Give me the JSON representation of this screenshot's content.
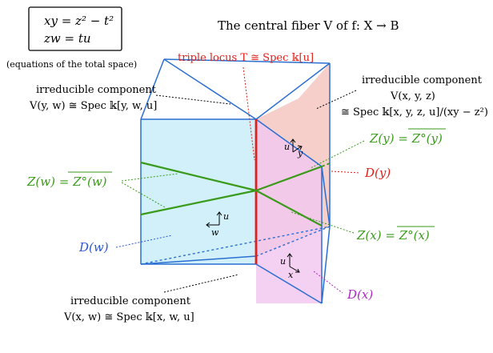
{
  "equations": {
    "line1": "xy = z² − t²",
    "line2": "zw = tu",
    "caption": "(equations of the total space)"
  },
  "title": "The central fiber V of f: X → B",
  "triple_locus": "triple locus T ≅ Spec 𝕜[u]",
  "components": {
    "yw": {
      "heading": "irreducible component",
      "formula": "V(y, w) ≅ Spec 𝕜[y, w, u]"
    },
    "xyz": {
      "heading": "irreducible component",
      "formula1": "V(x, y, z)",
      "formula2": "≅ Spec 𝕜[x, y, z, u]/(xy − z²)"
    },
    "xw": {
      "heading": "irreducible component",
      "formula": "V(x, w) ≅ Spec 𝕜[x, w, u]"
    }
  },
  "curves": {
    "zw": "Z(w) = Z°(w)",
    "zy": "Z(y) = Z°(y)",
    "zx": "Z(x) = Z°(x)"
  },
  "divisors": {
    "dw": "D(w)",
    "dy": "D(y)",
    "dx": "D(x)"
  },
  "axes": {
    "top": {
      "up": "u",
      "right": "y"
    },
    "left": {
      "up": "u",
      "left": "w"
    },
    "bottom": {
      "up": "u",
      "right": "x"
    }
  },
  "colors": {
    "edge": "#2a6fd1",
    "cyan_face": "#cdeefa",
    "pink_face": "#f5c6c1",
    "magenta_face": "#f2c8f0",
    "green": "#3a9a1a",
    "red": "#e0201a",
    "purple": "#b026c8",
    "blue_label": "#2a55d6"
  }
}
